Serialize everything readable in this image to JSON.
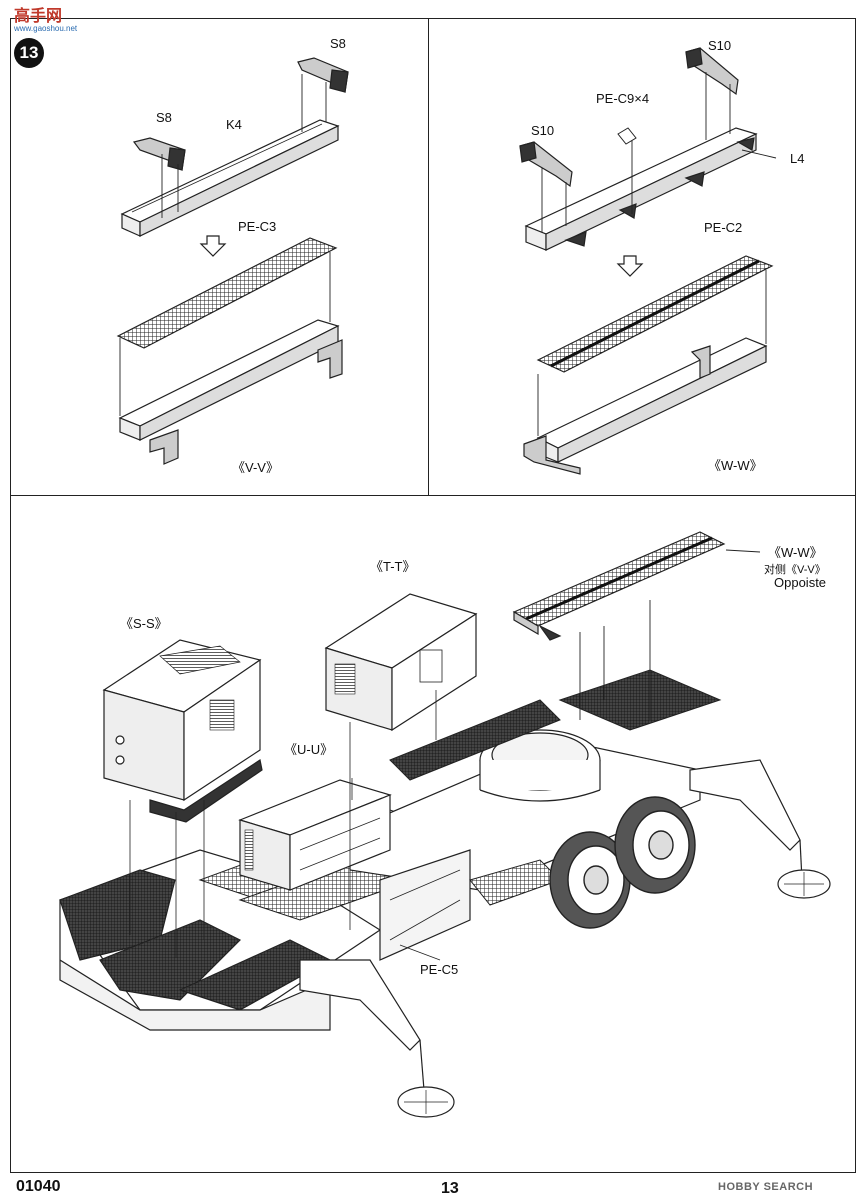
{
  "watermark_top": {
    "cn": "高手网",
    "url": "www.gaoshou.net"
  },
  "step_number": "13",
  "panel_vv": {
    "parts": {
      "s8_left": "S8",
      "s8_right": "S8",
      "k4": "K4",
      "pe_c3": "PE-C3"
    },
    "caption": "《V-V》"
  },
  "panel_ww": {
    "parts": {
      "s10_left": "S10",
      "s10_right": "S10",
      "pe_c9": "PE-C9×4",
      "l4": "L4",
      "pe_c2": "PE-C2"
    },
    "caption": "《W-W》"
  },
  "assembly": {
    "ww_label": "《W-W》",
    "opposite_cn": "对侧《V-V》",
    "opposite_en": "Oppoiste",
    "tt_label": "《T-T》",
    "ss_label": "《S-S》",
    "uu_label": "《U-U》",
    "pe_c5": "PE-C5"
  },
  "footer": {
    "kit_number": "01040",
    "page_number": "13",
    "watermark": "HOBBY SEARCH"
  }
}
